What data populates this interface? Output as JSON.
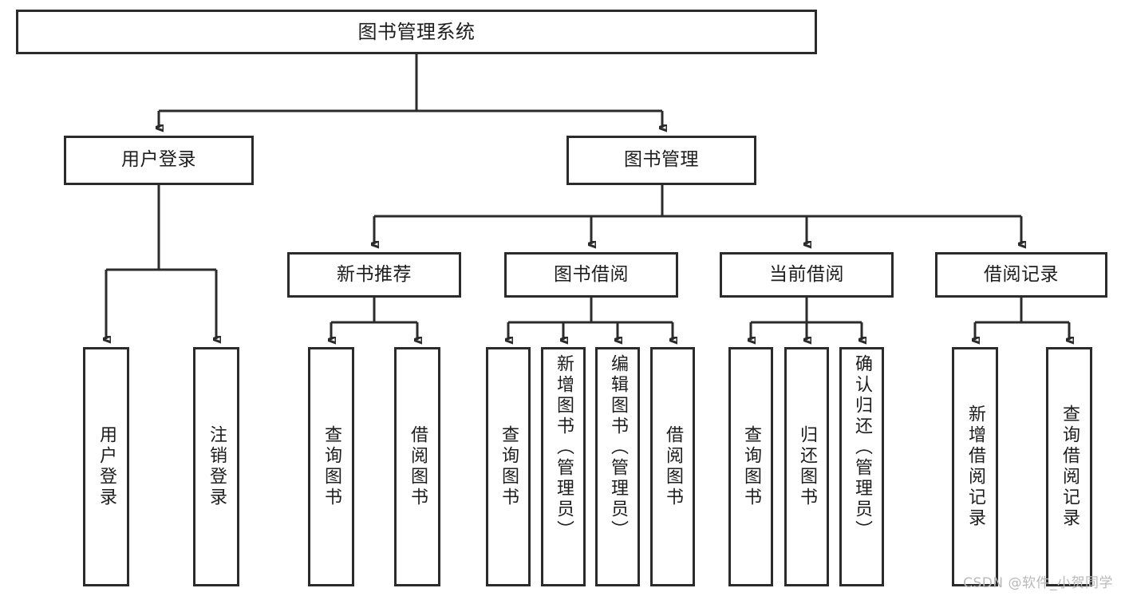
{
  "diagram": {
    "type": "tree-hierarchy",
    "title": "图书管理系统",
    "orientation": "top-down",
    "colors": {
      "background": "#ffffff",
      "box_fill": "#ffffff",
      "stroke": "#2b2b2b",
      "text": "#1d1d1d",
      "watermark": "#b9b9b9"
    }
  },
  "root": {
    "id": "root",
    "label": "图书管理系统"
  },
  "level1": [
    {
      "id": "user-login",
      "label": "用户登录"
    },
    {
      "id": "book-manage",
      "label": "图书管理"
    }
  ],
  "level2": [
    {
      "id": "new-book-rec",
      "label": "新书推荐",
      "parent": "book-manage"
    },
    {
      "id": "book-borrow",
      "label": "图书借阅",
      "parent": "book-manage"
    },
    {
      "id": "current-borrow",
      "label": "当前借阅",
      "parent": "book-manage"
    },
    {
      "id": "borrow-record",
      "label": "借阅记录",
      "parent": "book-manage"
    }
  ],
  "leaves": [
    {
      "id": "leaf-user-login",
      "label": "用户登录",
      "parent": "user-login"
    },
    {
      "id": "leaf-user-logout",
      "label": "注销登录",
      "parent": "user-login"
    },
    {
      "id": "leaf-query-book-1",
      "label": "查询图书",
      "parent": "new-book-rec"
    },
    {
      "id": "leaf-borrow-book-1",
      "label": "借阅图书",
      "parent": "new-book-rec"
    },
    {
      "id": "leaf-query-book-2",
      "label": "查询图书",
      "parent": "book-borrow"
    },
    {
      "id": "leaf-add-book",
      "label": "新增图书（管理员）",
      "parent": "book-borrow"
    },
    {
      "id": "leaf-edit-book",
      "label": "编辑图书（管理员）",
      "parent": "book-borrow"
    },
    {
      "id": "leaf-borrow-book-2",
      "label": "借阅图书",
      "parent": "book-borrow"
    },
    {
      "id": "leaf-query-book-3",
      "label": "查询图书",
      "parent": "current-borrow"
    },
    {
      "id": "leaf-return-book",
      "label": "归还图书",
      "parent": "current-borrow"
    },
    {
      "id": "leaf-confirm-return",
      "label": "确认归还（管理员）",
      "parent": "current-borrow"
    },
    {
      "id": "leaf-add-record",
      "label": "新增借阅记录",
      "parent": "borrow-record"
    },
    {
      "id": "leaf-query-record",
      "label": "查询借阅记录",
      "parent": "borrow-record"
    }
  ],
  "watermark": {
    "text": "CSDN @软件_小贺同学"
  }
}
